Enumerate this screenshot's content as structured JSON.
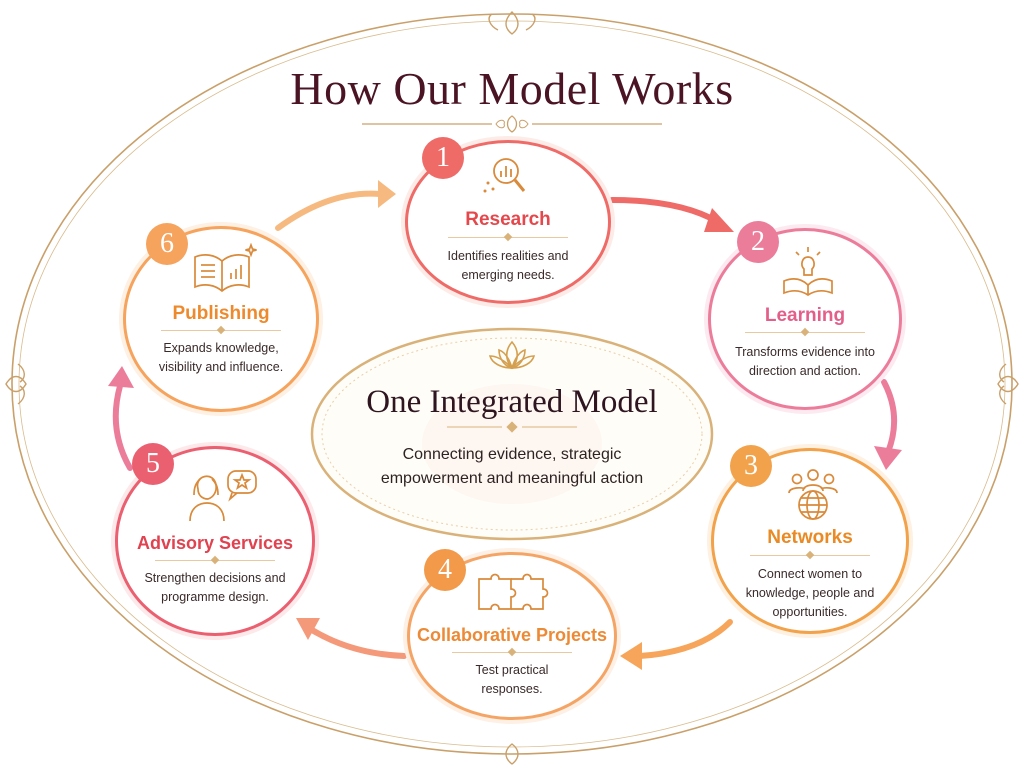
{
  "title": "How Our Model Works",
  "center": {
    "title": "One Integrated Model",
    "description": "Connecting evidence, strategic empowerment and meaningful action"
  },
  "colors": {
    "title": "#4a1424",
    "gold": "#c9a06a",
    "red": "#ee6b68",
    "pink": "#ec7d9a",
    "orange": "#f2a24a",
    "light_orange": "#f5a35d"
  },
  "steps": [
    {
      "number": "1",
      "title": "Research",
      "description": "Identifies realities and emerging needs.",
      "icon": "magnifier-chart-icon",
      "color": "#ee6b68"
    },
    {
      "number": "2",
      "title": "Learning",
      "description": "Transforms evidence into direction and action.",
      "icon": "book-lightbulb-icon",
      "color": "#ec7d9a"
    },
    {
      "number": "3",
      "title": "Networks",
      "description": "Connect women to knowledge, people and opportunities.",
      "icon": "people-globe-icon",
      "color": "#f2a24a"
    },
    {
      "number": "4",
      "title": "Collaborative Projects",
      "description": "Test practical responses.",
      "icon": "puzzle-icon",
      "color": "#f29a4a"
    },
    {
      "number": "5",
      "title": "Advisory Services",
      "description": "Strengthen decisions and programme design.",
      "icon": "woman-speech-star-icon",
      "color": "#ea6070"
    },
    {
      "number": "6",
      "title": "Publishing",
      "description": "Expands knowledge, visibility and influence.",
      "icon": "open-book-chart-icon",
      "color": "#f5a35d"
    }
  ]
}
